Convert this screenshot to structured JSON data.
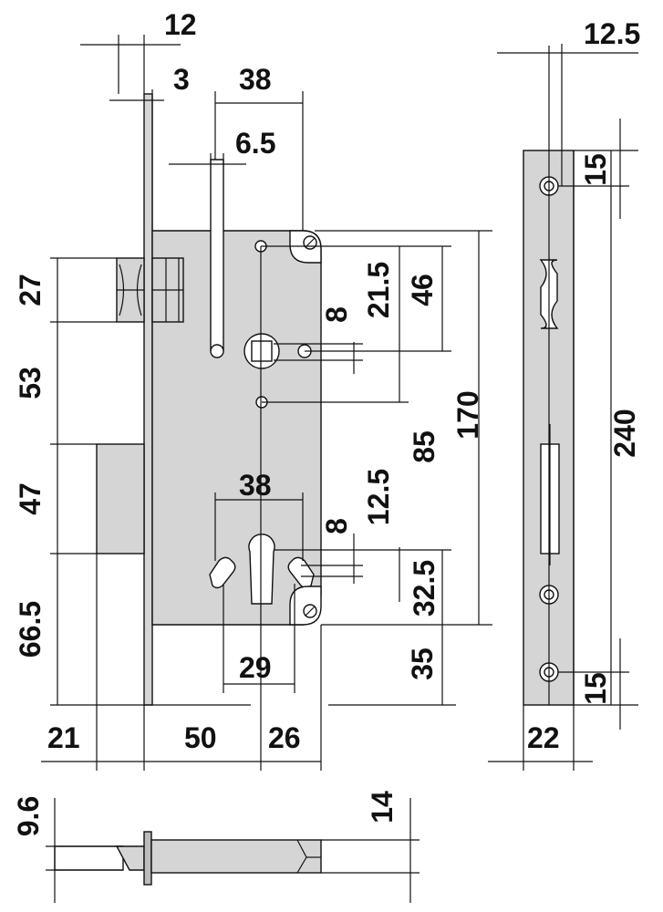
{
  "colors": {
    "line": "#111111",
    "fill": "#d5d5d5",
    "fill_dark": "#bcbcbc",
    "background": "#ffffff"
  },
  "dimensions": {
    "top": {
      "d12": "12",
      "d3": "3",
      "d38": "38",
      "d6_5": "6.5"
    },
    "left": {
      "d27": "27",
      "d53": "53",
      "d47": "47",
      "d66_5": "66.5"
    },
    "right": {
      "d21_5": "21.5",
      "d46": "46",
      "d8a": "8",
      "d170": "170",
      "d85": "85",
      "d12_5": "12.5",
      "d8b": "8",
      "d32_5": "32.5",
      "d35": "35"
    },
    "middle": {
      "d38": "38",
      "d29": "29"
    },
    "bottom": {
      "d21": "21",
      "d50": "50",
      "d26": "26"
    },
    "faceplate": {
      "d12_5": "12.5",
      "d15_top": "15",
      "d240": "240",
      "d15_bot": "15",
      "d22": "22"
    },
    "section": {
      "d9_6": "9.6",
      "d14": "14"
    }
  }
}
